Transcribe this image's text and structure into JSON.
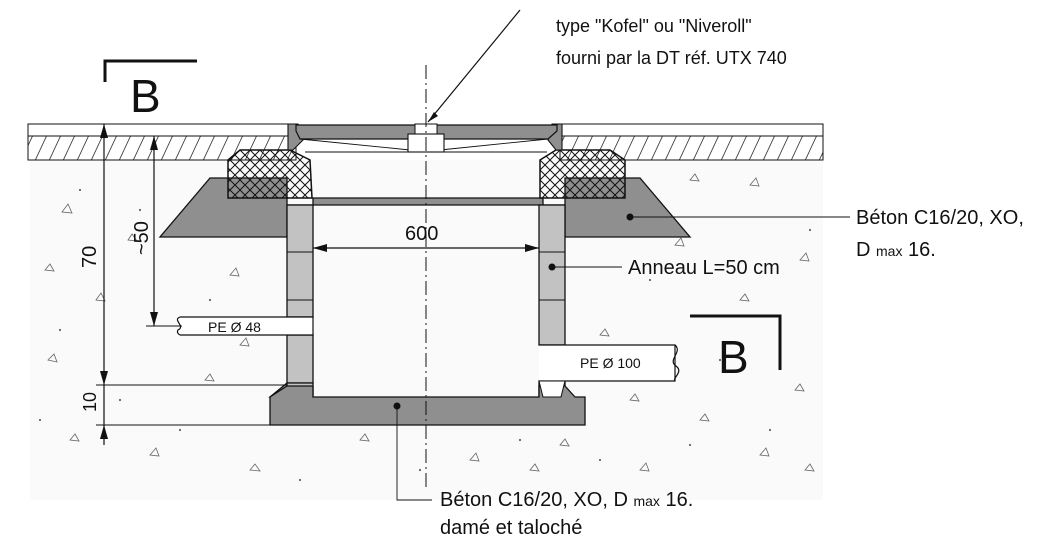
{
  "labels": {
    "cover_line1": "type \"Kofel\" ou \"Niveroll\"",
    "cover_line2": "fourni par la DT réf. UTX 740",
    "section_mark_left": "B",
    "section_mark_right": "B",
    "beton_right_line1": "Béton C16/20, XO,",
    "beton_right_line2_a": "D ",
    "beton_right_line2_b": "max",
    "beton_right_line2_c": " 16.",
    "ring": "Anneau L=50 cm",
    "width_dim": "600",
    "dim_70": "70",
    "dim_50": "~50",
    "dim_10": "10",
    "pipe_left": "PE Ø 48",
    "pipe_right": "PE Ø 100",
    "beton_bottom_line1_a": "Béton C16/20, XO, D ",
    "beton_bottom_line1_b": "max",
    "beton_bottom_line1_c": " 16.",
    "beton_bottom_line2": "damé et taloché"
  },
  "colors": {
    "concrete": "#8f8f8f",
    "ring": "#c2c2c2",
    "line": "#111111"
  }
}
